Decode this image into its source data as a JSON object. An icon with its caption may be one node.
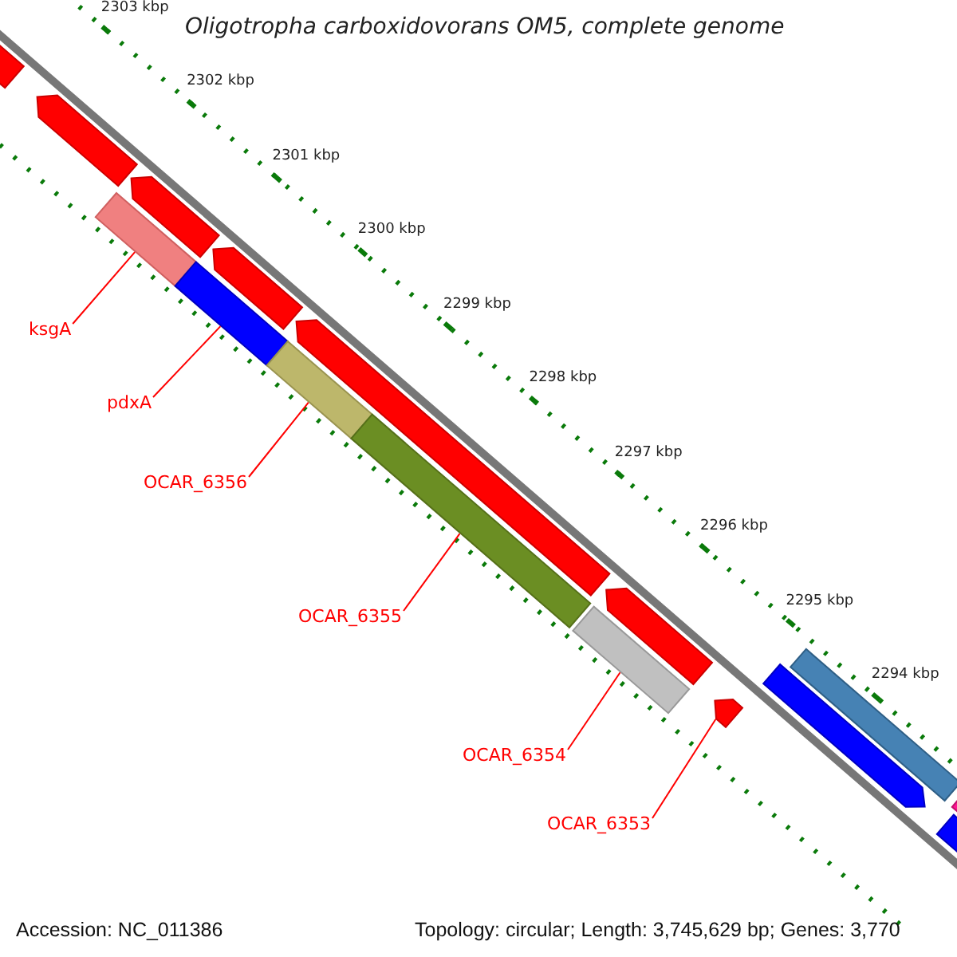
{
  "diagram": {
    "title": "Oligotropha carboxidovorans OM5, complete genome",
    "nodes": [
      {
        "text": [
          "ksgA"
        ]
      },
      {
        "text": [
          "pdxA"
        ]
      },
      {
        "text": [
          "OCAR_6356"
        ]
      },
      {
        "text": [
          "OCAR_6355"
        ]
      },
      {
        "text": [
          "OCAR_6354"
        ]
      },
      {
        "text": [
          "OCAR_6353"
        ]
      },
      {
        "text": [],
        "shape": "bar"
      },
      {
        "text": [],
        "shape": "bar"
      },
      {
        "text": [],
        "shape": "bar"
      },
      {
        "text": [],
        "shape": "bar"
      },
      {
        "text": [],
        "shape": "bar"
      },
      {
        "text": [],
        "shape": "arrow"
      }
    ],
    "edges": [
      {
        "from": 0,
        "to": 6,
        "arrow": "none"
      },
      {
        "from": 1,
        "to": 7,
        "arrow": "none"
      },
      {
        "from": 2,
        "to": 8,
        "arrow": "none"
      },
      {
        "from": 3,
        "to": 9,
        "arrow": "none"
      },
      {
        "from": 4,
        "to": 10,
        "arrow": "none"
      },
      {
        "from": 5,
        "to": 11,
        "arrow": "none"
      }
    ],
    "labels": [
      "2303 kbp",
      "2302 kbp",
      "2301 kbp",
      "2300 kbp",
      "2299 kbp",
      "2298 kbp",
      "2297 kbp",
      "2296 kbp",
      "2295 kbp",
      "2294 kbp",
      "Accession: NC_011386",
      "Topology: circular; Length: 3,745,629 bp; Genes: 3,770"
    ]
  }
}
